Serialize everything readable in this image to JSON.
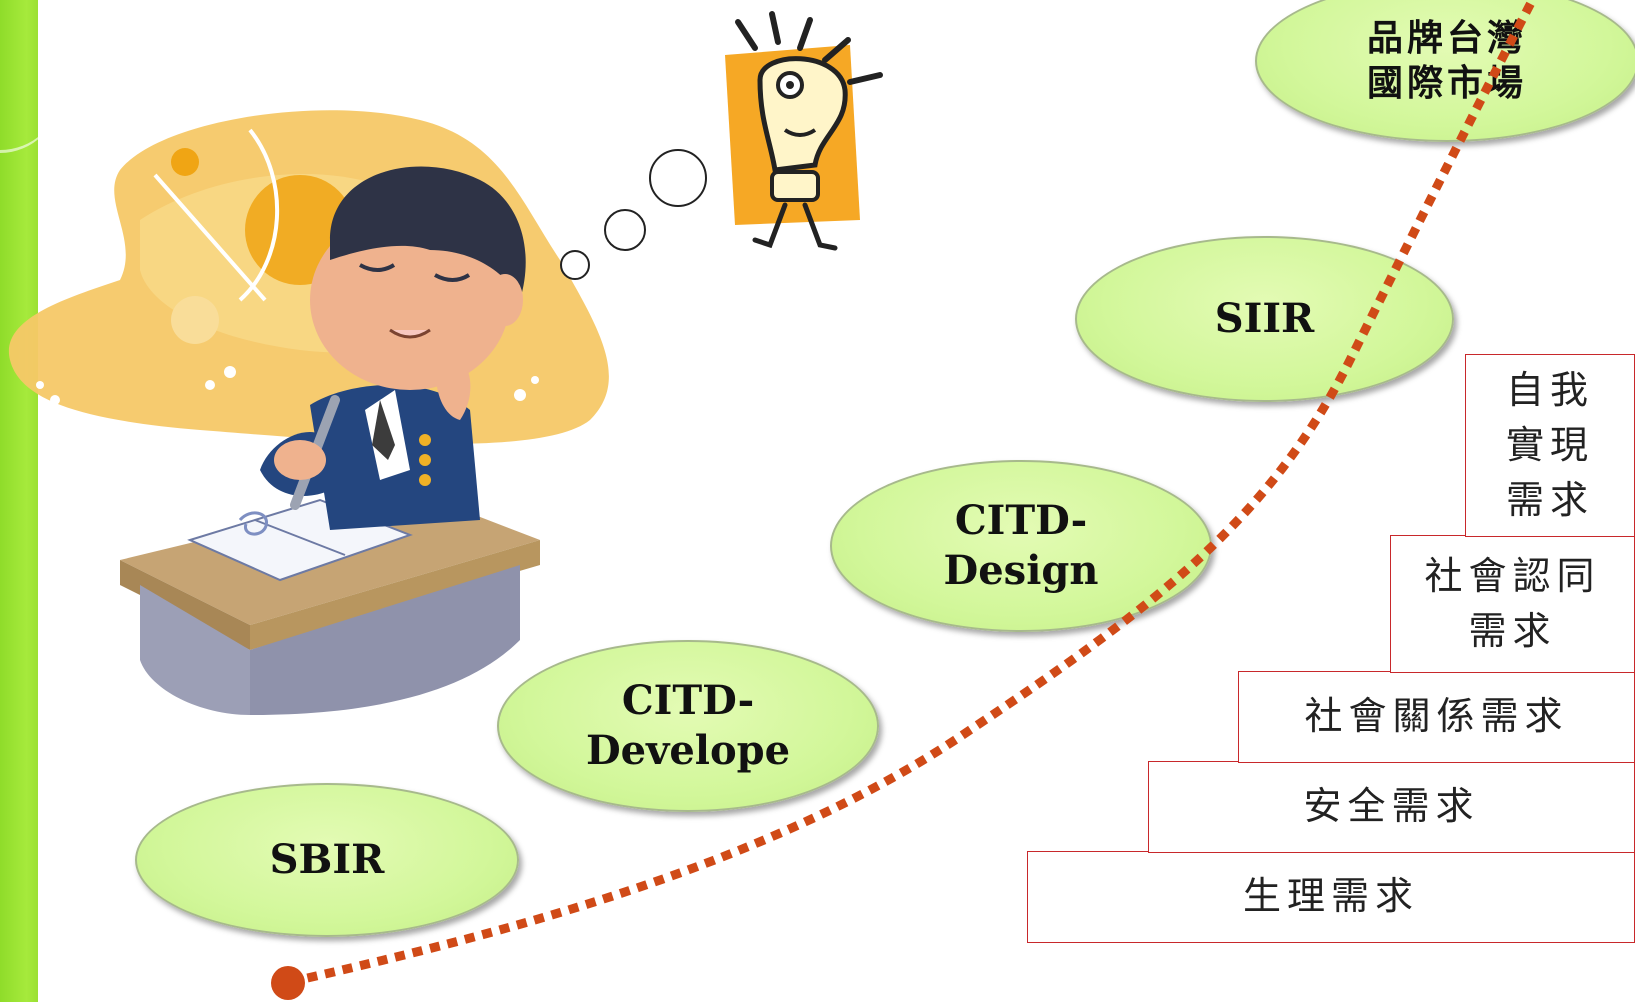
{
  "ellipses": {
    "sbir": "SBIR",
    "citd_develope": "CITD-\nDevelope",
    "citd_design": "CITD-\nDesign",
    "siir": "SIIR",
    "brand_taiwan": "品牌台灣\n國際市場"
  },
  "maslow": {
    "physiological": "生理需求",
    "safety": "安全需求",
    "social": "社會關係需求",
    "esteem": "社會認同\n需求",
    "self_actualization": "自我\n實現\n需求"
  },
  "colors": {
    "ellipse_fill": "#d2f79a",
    "path_color": "#d04a17",
    "step_border": "#c8282b",
    "sidebar": "#a6ea3c"
  }
}
